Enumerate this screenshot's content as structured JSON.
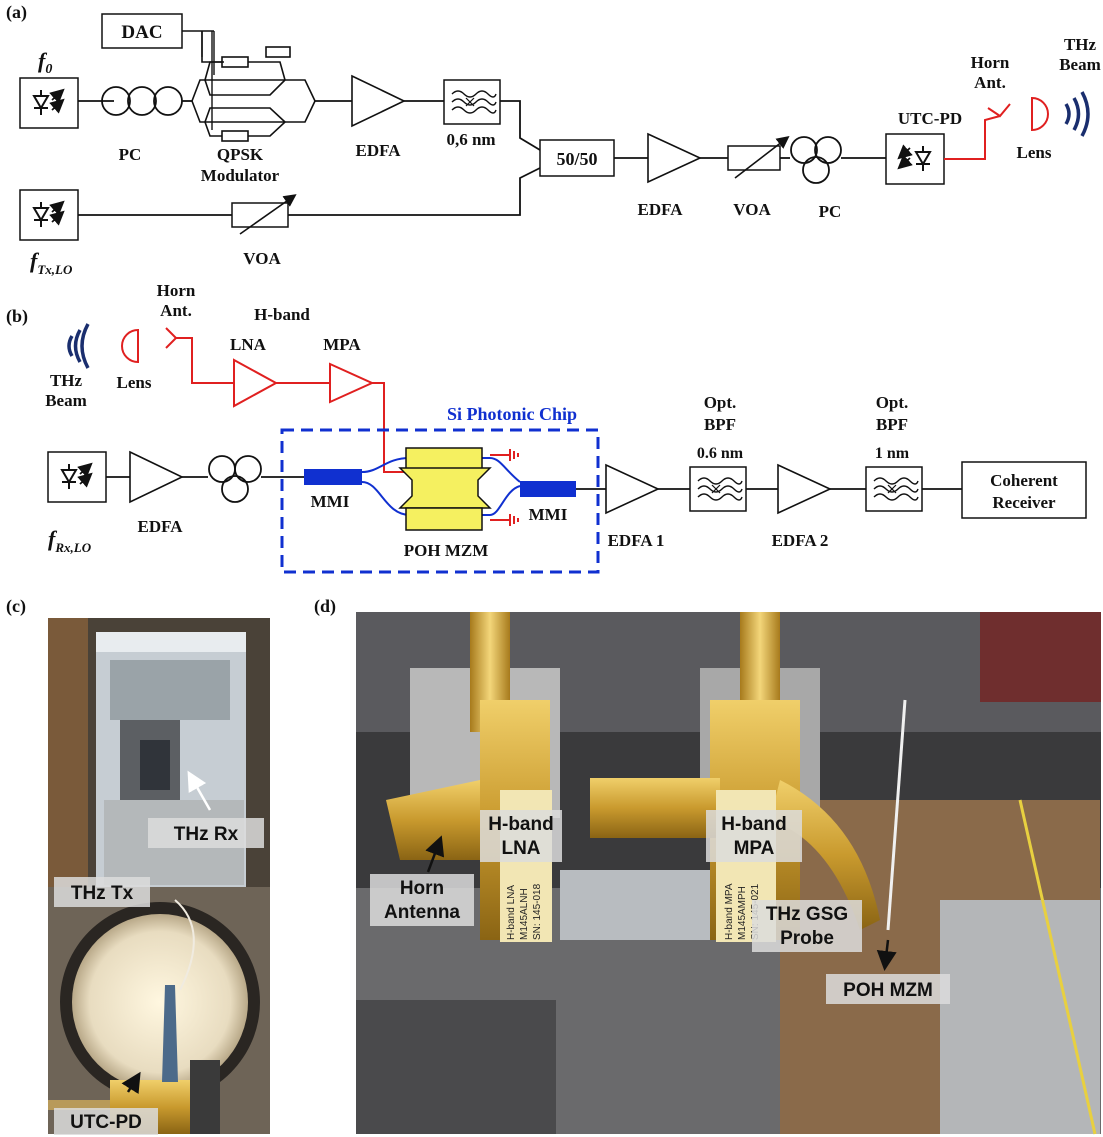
{
  "panel_a": {
    "tag": "(a)",
    "dac": "DAC",
    "f0": "f",
    "f0_sub": "0",
    "pc1": "PC",
    "qpsk": [
      "QPSK",
      "Modulator"
    ],
    "edfa1": "EDFA",
    "filter": "0,6 nm",
    "coupler": "50/50",
    "edfa2": "EDFA",
    "voa2": "VOA",
    "pc2": "PC",
    "utcpd": "UTC-PD",
    "horn": [
      "Horn",
      "Ant."
    ],
    "beam": [
      "THz",
      "Beam"
    ],
    "lens": "Lens",
    "ftxlo": "f",
    "ftxlo_sub": "Tx,LO",
    "voa1": "VOA"
  },
  "panel_b": {
    "tag": "(b)",
    "horn": [
      "Horn",
      "Ant."
    ],
    "beam": [
      "THz",
      "Beam"
    ],
    "lens": "Lens",
    "hband": "H-band",
    "lna": "LNA",
    "mpa": "MPA",
    "chip": "Si Photonic Chip",
    "frxlo": "f",
    "frxlo_sub": "Rx,LO",
    "edfa": "EDFA",
    "mmi_left": "MMI",
    "mmi_right": "MMI",
    "pohmzm": "POH MZM",
    "edfa1": "EDFA 1",
    "bpf1": [
      "Opt.",
      "BPF",
      "0.6 nm"
    ],
    "edfa2": "EDFA 2",
    "bpf2": [
      "Opt.",
      "BPF",
      "1 nm"
    ],
    "receiver": [
      "Coherent",
      "Receiver"
    ]
  },
  "panel_c": {
    "tag": "(c)",
    "rx": "THz Rx",
    "tx": "THz Tx",
    "utcpd": "UTC-PD"
  },
  "panel_d": {
    "tag": "(d)",
    "lna": [
      "H-band",
      "LNA"
    ],
    "mpa": [
      "H-band",
      "MPA"
    ],
    "horn": [
      "Horn",
      "Antenna"
    ],
    "probe": [
      "THz GSG",
      "Probe"
    ],
    "pohmzm": "POH MZM",
    "lna_print": [
      "H-band LNA",
      "M145ALNH",
      "SN: 145-018"
    ],
    "mpa_print": [
      "H-band MPA",
      "M145AMPH",
      "SN: 145-021"
    ]
  },
  "colors": {
    "rf": "#e02020",
    "chip": "#1030d0",
    "pohmzm": "#f5f060",
    "beam": "#1a2e6e",
    "gold": "#c99a2e",
    "line": "#111111"
  }
}
